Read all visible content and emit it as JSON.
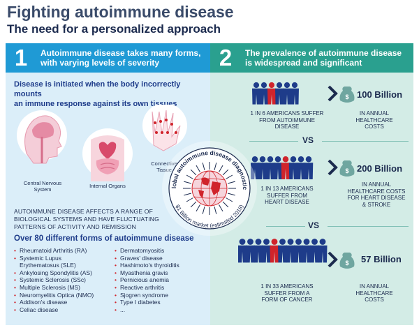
{
  "title": "Fighting autoimmune disease",
  "subtitle": "The need for a personalized approach",
  "left": {
    "number": "1",
    "heading_line1": "Autoimmune disease takes many forms,",
    "heading_line2": "with varying levels of severity",
    "intro_line1": "Disease is initiated when the body incorrectly mounts",
    "intro_line2": "an immune response against its own tissues",
    "organs": {
      "cns_line1": "Central Nervous",
      "cns_line2": "System",
      "internal": "Internal Organs",
      "connective_line1": "Connective",
      "connective_line2": "Tissue"
    },
    "affects_line1": "AUTOIMMUNE DISEASE AFFECTS A RANGE OF",
    "affects_line2": "BIOLOGICAL SYSTEMS AND HAVE FLUCTUATING",
    "affects_line3": "PATTERNS OF ACTIVITY AND REMISSION",
    "over80": "Over 80 different forms of autoimmune disease",
    "diseases_col1": [
      "Rheumatoid Arthritis (RA)",
      "Systemic Lupus",
      "Erythematosus (SLE)",
      "Ankylosing Spondylitis (AS)",
      "Systemic Sclerosis (SSc)",
      "Multiple Sclerosis (MS)",
      "Neuromyelitis Optica (NMO)",
      "Addison's disease",
      "Celiac disease"
    ],
    "diseases_col2": [
      "Dermatomyositis",
      "Graves' disease",
      "Hashimoto's thyroiditis",
      "Myasthenia gravis",
      "Pernicious anemia",
      "Reactive arthritis",
      "Sjogren syndrome",
      "Type I diabetes",
      "..."
    ]
  },
  "right": {
    "number": "2",
    "heading_line1": "The prevalence of autoimmune disease",
    "heading_line2": "is widespread and significant",
    "rows": [
      {
        "stat_line1": "1 IN 6 AMERICANS SUFFER",
        "stat_line2": "FROM AUTOIMMUNE",
        "stat_line3": "DISEASE",
        "amount": "100 Billion",
        "cost_line1": "IN ANNUAL",
        "cost_line2": "HEALTHCARE",
        "cost_line3": "COSTS"
      },
      {
        "stat_line1": "1 IN 13 AMERICANS",
        "stat_line2": "SUFFER FROM",
        "stat_line3": "HEART DISEASE",
        "amount": "200 Billion",
        "cost_line1": "IN ANNUAL",
        "cost_line2": "HEALTHCARE COSTS",
        "cost_line3": "FOR HEART DISEASE",
        "cost_line4": "& STROKE"
      },
      {
        "stat_line1": "1 IN 33 AMERICANS",
        "stat_line2": "SUFFER FROM A",
        "stat_line3": "FORM OF CANCER",
        "amount": "57 Billion",
        "cost_line1": "IN ANNUAL",
        "cost_line2": "HEALTHCARE",
        "cost_line3": "COSTS"
      }
    ],
    "vs": "VS"
  },
  "badge": {
    "top_text": "Global autoimmune disease diagnostics",
    "bottom_text": "$1 Billion market (estimated 2018)"
  },
  "colors": {
    "left_header": "#1f9ad5",
    "right_header": "#2aa08f",
    "navy": "#1b2a4e",
    "red": "#d0242b"
  }
}
